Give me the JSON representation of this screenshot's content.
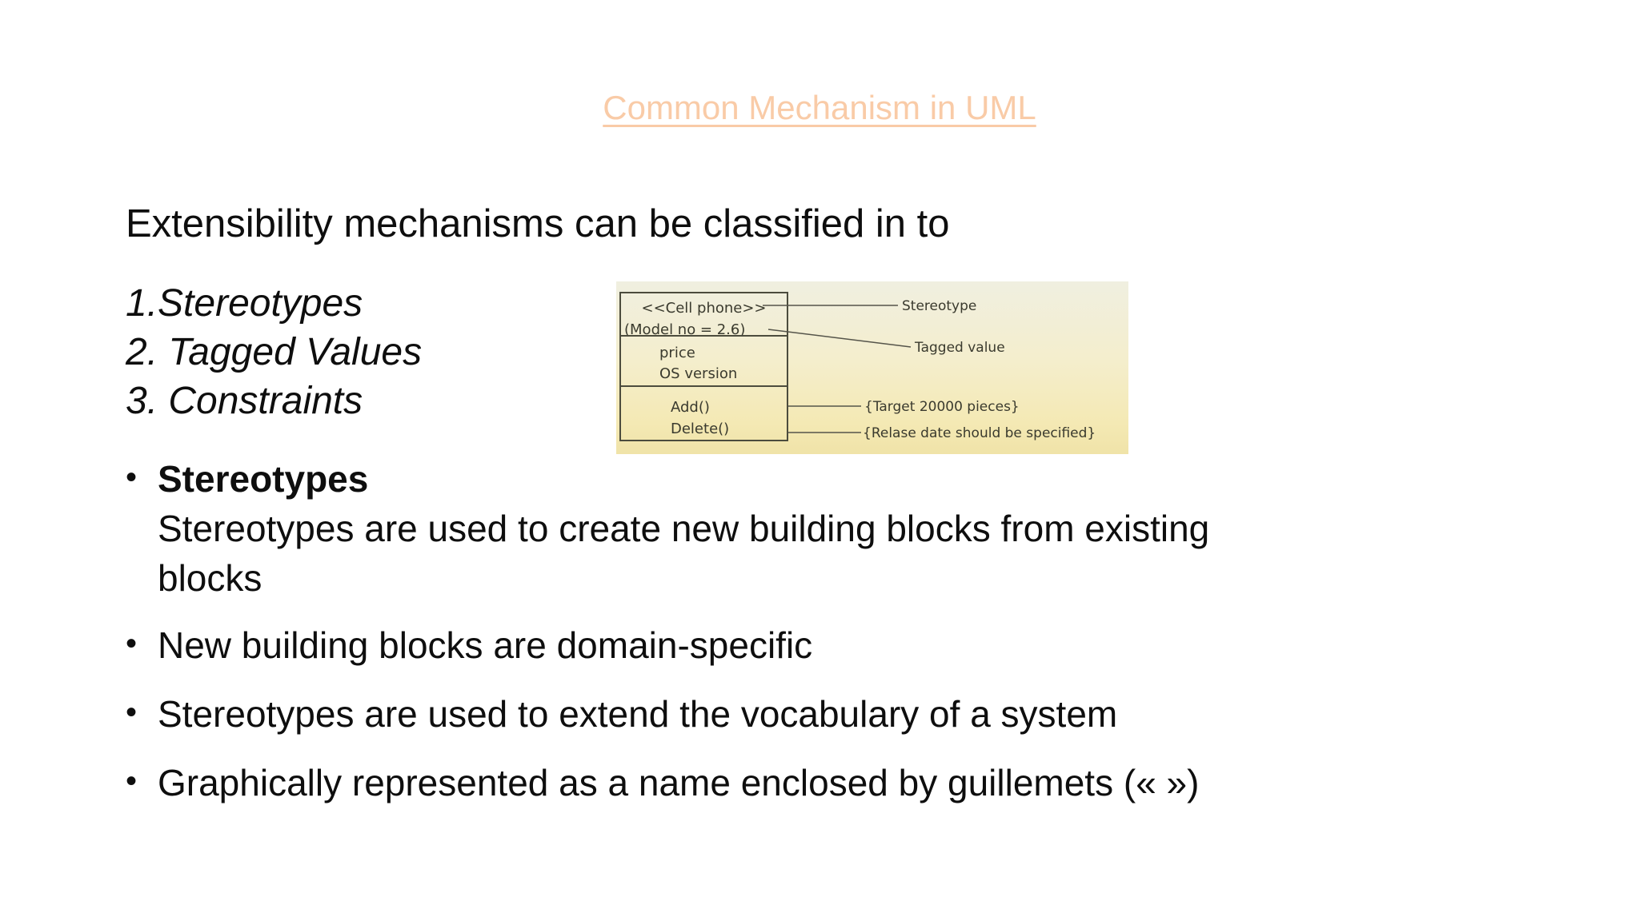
{
  "slide": {
    "title": "Common Mechanism in UML",
    "intro": "Extensibility mechanisms can be classified in to",
    "numbered_items": [
      "1.Stereotypes",
      "2. Tagged Values",
      "3. Constraints"
    ],
    "bullet_marker": "•",
    "bullets": {
      "stereotypes_heading": "Stereotypes",
      "stereotypes_body_lines": [
        "Stereotypes are used to create new building blocks from existing",
        "blocks"
      ],
      "item2": "New building blocks are domain-specific",
      "item3": "Stereotypes are used to extend the vocabulary of a system",
      "item4": "Graphically represented as a name enclosed by guillemets (« »)"
    }
  },
  "diagram": {
    "class_box": {
      "stereotype": "<<Cell phone>>",
      "tagged_value": "(Model no = 2.6)",
      "attributes": [
        "price",
        "OS version"
      ],
      "operations": [
        "Add()",
        "Delete()"
      ]
    },
    "annotations": {
      "stereotype_label": "Stereotype",
      "tagged_value_label": "Tagged value",
      "constraint1": "{Target 20000 pieces}",
      "constraint2": "{Relase date should be specified}"
    }
  },
  "colors": {
    "title": "#F9CBA7",
    "body_text": "#0E0E0E",
    "figure_bg_top": "#F0EFE0",
    "figure_bg_bottom": "#F0E3A8",
    "figure_line": "#55544A"
  }
}
